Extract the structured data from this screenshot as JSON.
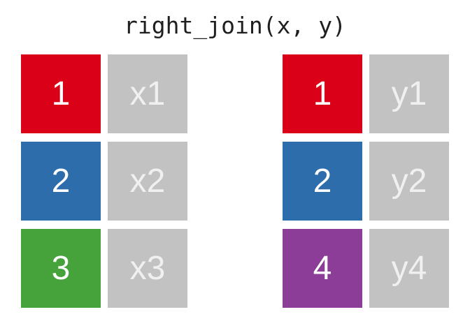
{
  "title": "right_join(x, y)",
  "colors": {
    "background": "#ffffff",
    "title_text": "#1f1f1f",
    "key_text": "#ffffff",
    "value_text": "#f0f0f0",
    "value_bg": "#c2c2c2",
    "key_red": "#da0018",
    "key_blue": "#2e6dab",
    "key_green": "#46a33c",
    "key_purple": "#8b3d97"
  },
  "tables": {
    "x": {
      "name": "x",
      "rows": [
        {
          "key": "1",
          "value": "x1",
          "key_color": "#da0018"
        },
        {
          "key": "2",
          "value": "x2",
          "key_color": "#2e6dab"
        },
        {
          "key": "3",
          "value": "x3",
          "key_color": "#46a33c"
        }
      ]
    },
    "y": {
      "name": "y",
      "rows": [
        {
          "key": "1",
          "value": "y1",
          "key_color": "#da0018"
        },
        {
          "key": "2",
          "value": "y2",
          "key_color": "#2e6dab"
        },
        {
          "key": "4",
          "value": "y4",
          "key_color": "#8b3d97"
        }
      ]
    }
  }
}
